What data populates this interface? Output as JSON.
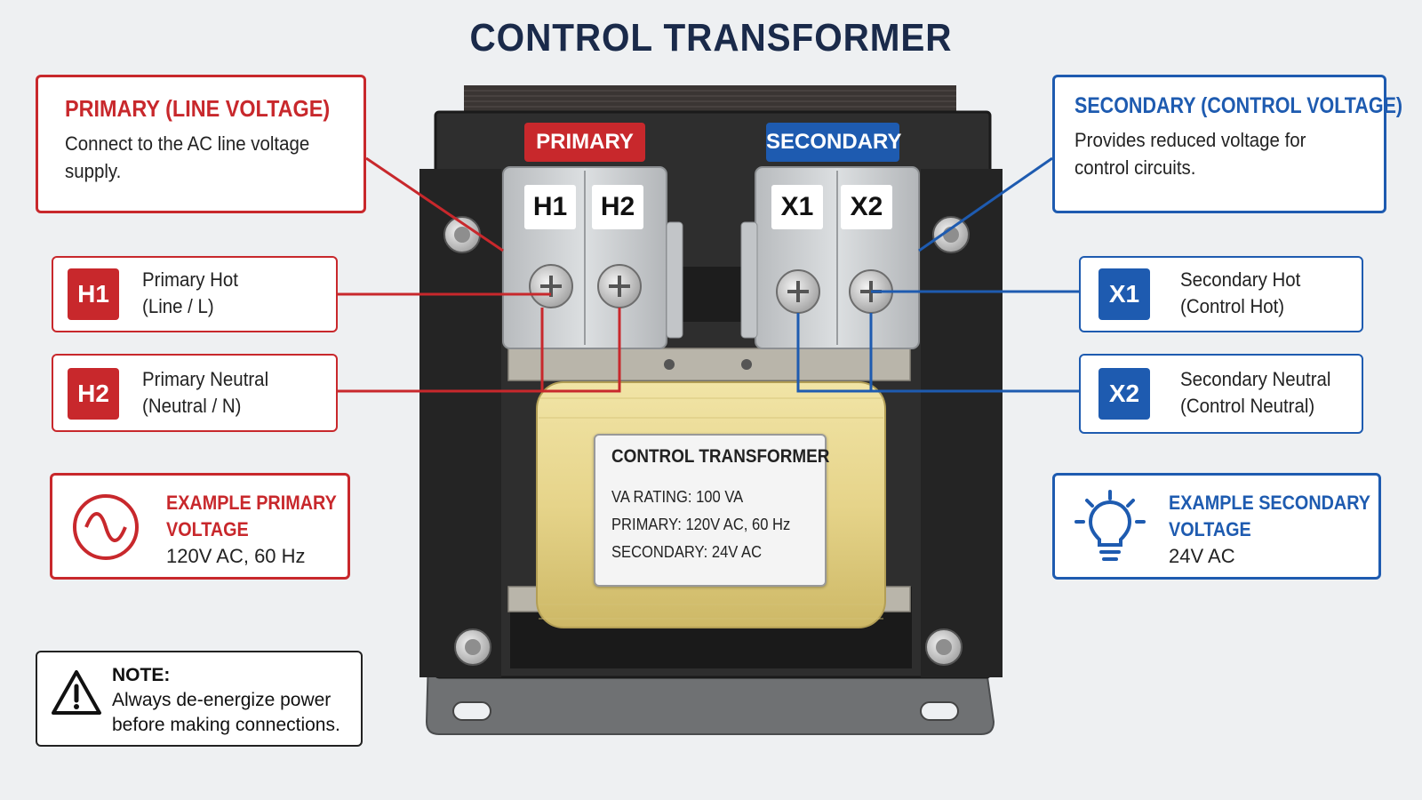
{
  "title": "CONTROL TRANSFORMER",
  "colors": {
    "primary": "#c8282c",
    "secondary": "#1e5bb0",
    "title": "#1a2a4a",
    "coil": "#e9d98e",
    "frame": "#2b2b2b"
  },
  "primary_card": {
    "title": "PRIMARY (LINE VOLTAGE)",
    "text_lines": [
      "Connect to the AC line voltage",
      "supply."
    ]
  },
  "secondary_card": {
    "title": "SECONDARY  (CONTROL VOLTAGE)",
    "text_lines": [
      "Provides reduced voltage for",
      "control circuits."
    ]
  },
  "terminals": {
    "h1": {
      "badge": "H1",
      "desc": [
        "Primary Hot",
        "(Line / L)"
      ]
    },
    "h2": {
      "badge": "H2",
      "desc": [
        "Primary Neutral",
        "(Neutral / N)"
      ]
    },
    "x1": {
      "badge": "X1",
      "desc": [
        "Secondary Hot",
        "(Control Hot)"
      ]
    },
    "x2": {
      "badge": "X2",
      "desc": [
        "Secondary Neutral",
        "(Control Neutral)"
      ]
    }
  },
  "example_primary": {
    "title_lines": [
      "EXAMPLE PRIMARY",
      "VOLTAGE"
    ],
    "value": "120V AC, 60 Hz",
    "icon": "ac-sine-icon"
  },
  "example_secondary": {
    "title_lines": [
      "EXAMPLE SECONDARY",
      "VOLTAGE"
    ],
    "value": "24V AC",
    "icon": "lightbulb-icon"
  },
  "note": {
    "label": "NOTE:",
    "text_lines": [
      "Always de-energize power",
      "before making connections."
    ],
    "icon": "warning-icon"
  },
  "device": {
    "primary_tag": "PRIMARY",
    "secondary_tag": "SECONDARY",
    "terminal_labels": [
      "H1",
      "H2",
      "X1",
      "X2"
    ],
    "nameplate": {
      "title": "CONTROL TRANSFORMER",
      "lines": [
        "VA RATING: 100 VA",
        "PRIMARY: 120V AC, 60 Hz",
        "SECONDARY: 24V AC"
      ]
    }
  }
}
